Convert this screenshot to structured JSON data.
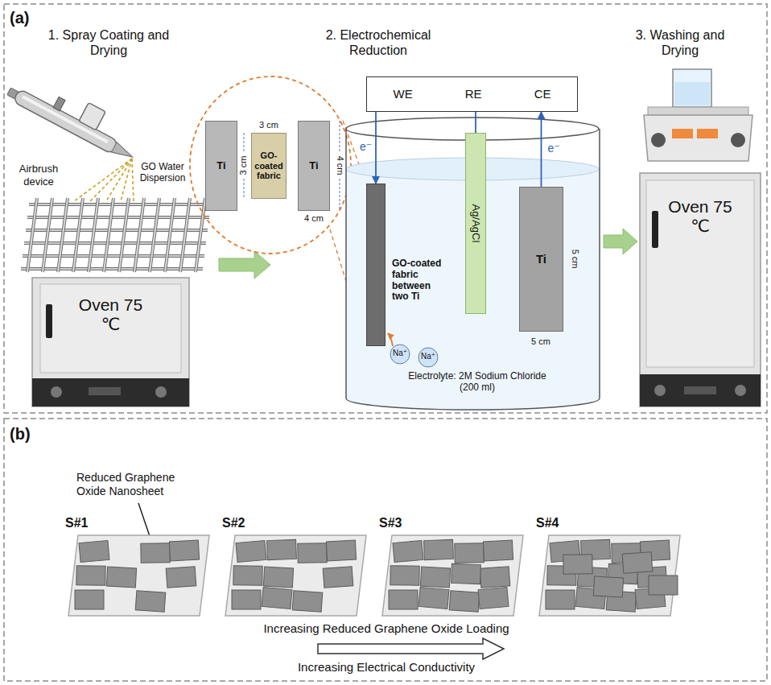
{
  "diagram": {
    "nodes": [
      {
        "text": [
          "Ti"
        ]
      },
      {
        "text": [
          "GO-coated fabric"
        ]
      },
      {
        "text": [
          "Ti"
        ]
      },
      {
        "text": [
          "Oven 75 ℃"
        ]
      },
      {
        "text": [
          "WE",
          "RE",
          "CE"
        ]
      },
      {
        "text": [
          "Ag/AgCl"
        ]
      },
      {
        "text": [
          "GO-coated fabric between two Ti"
        ]
      },
      {
        "text": [
          "Ti"
        ]
      },
      {
        "text": [
          "Oven 75 ℃"
        ]
      },
      {
        "text": [
          "S#1"
        ]
      },
      {
        "text": [
          "S#2"
        ]
      },
      {
        "text": [
          "S#3"
        ]
      },
      {
        "text": [
          "S#4"
        ]
      }
    ],
    "edges": [
      {
        "from": 4,
        "to": 6,
        "arrow": "to",
        "label": "e⁻"
      },
      {
        "from": 4,
        "to": 5,
        "arrow": "none"
      },
      {
        "from": 7,
        "to": 4,
        "arrow": "to",
        "label": "e⁻"
      }
    ],
    "labels": [
      "(a)",
      "1. Spray Coating and Drying",
      "2. Electrochemical Reduction",
      "3. Washing and Drying",
      "Airbrush device",
      "GO Water Dispersion",
      "3 cm",
      "3 cm",
      "4 cm",
      "4 cm",
      "5 cm",
      "5 cm",
      "Na⁺",
      "Na⁺",
      "Electrolyte: 2M Sodium Chloride (200 ml)",
      "(b)",
      "Reduced Graphene Oxide Nanosheet",
      "Increasing Reduced Graphene Oxide Loading",
      "Increasing Electrical Conductivity"
    ]
  }
}
